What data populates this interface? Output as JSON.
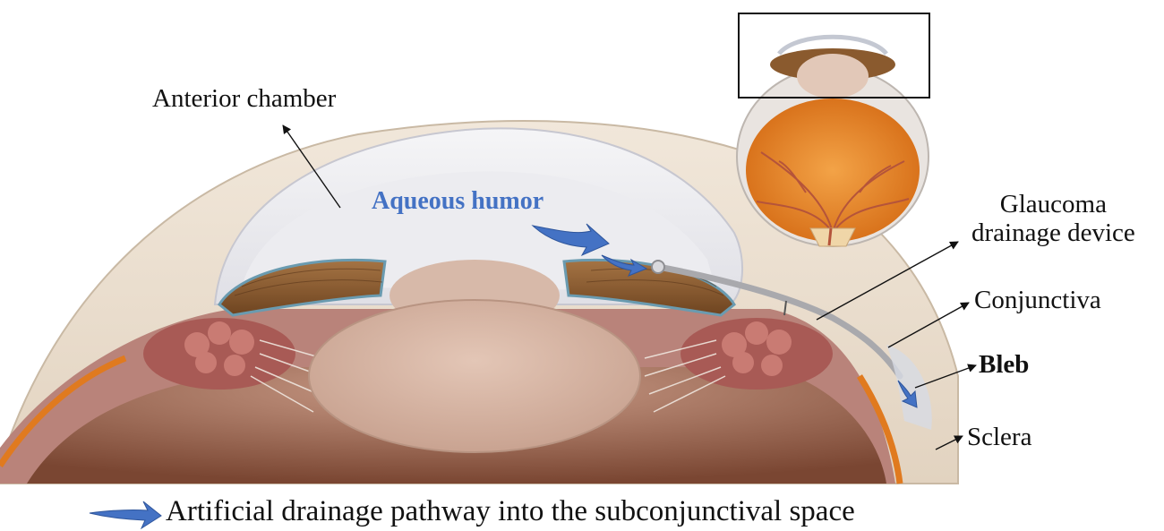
{
  "labels": {
    "anterior_chamber": "Anterior chamber",
    "aqueous_humor": "Aqueous humor",
    "glaucoma_line1": "Glaucoma",
    "glaucoma_line2": "drainage device",
    "conjunctiva": "Conjunctiva",
    "bleb": "Bleb",
    "sclera": "Sclera"
  },
  "legend": {
    "text": "Artificial drainage pathway into the subconjunctival space"
  },
  "colors": {
    "arrow_blue": "#4472c4",
    "iris_brown": "#8a5a2e",
    "lens": "#d9b8a8",
    "sclera": "#ede2d4",
    "vessel_red": "#b5543a",
    "retina_orange": "#e07a1f"
  }
}
